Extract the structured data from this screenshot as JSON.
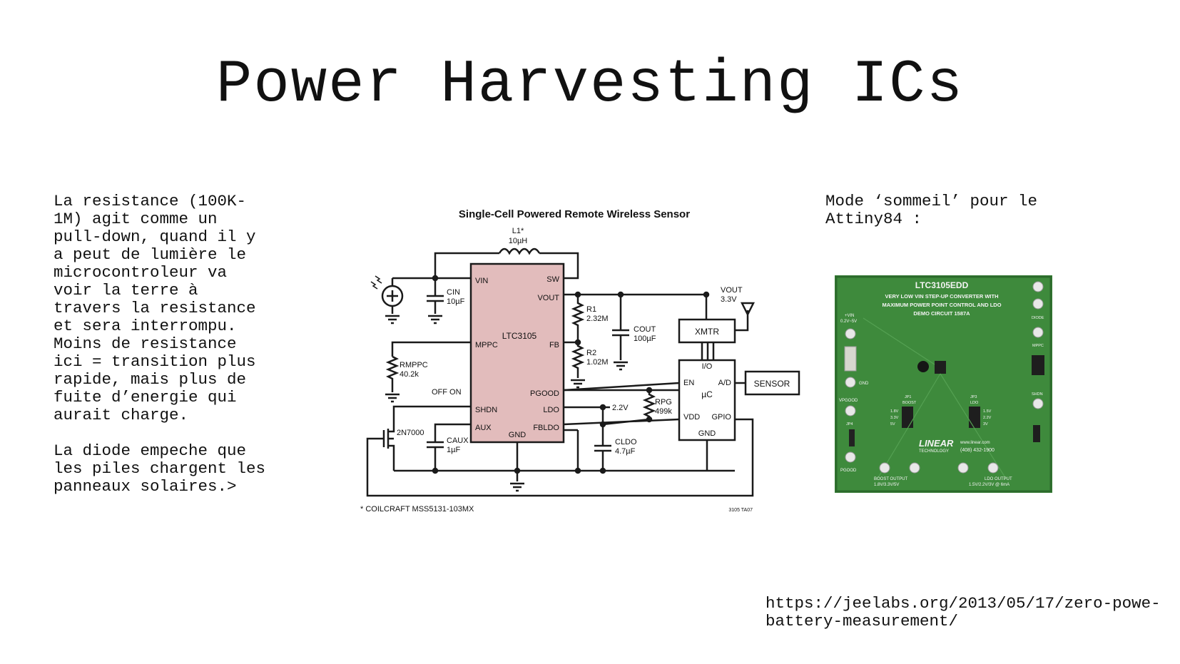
{
  "slide": {
    "title": "Power Harvesting ICs",
    "left_paragraph_1": "La resistance (100K-1M) agit comme un pull-down, quand il y a peut de lumière le microcontroleur va voir la terre à travers la resistance et sera interrompu. Moins de resistance ici = transition plus rapide, mais plus de fuite d’energie qui aurait charge.",
    "left_paragraph_2": "La diode empeche que les piles chargent les panneaux solaires.>",
    "right_text": "Mode ‘sommeil’ pour le Attiny84 :",
    "link": "https://jeelabs.org/2013/05/17/zero-powe-battery-measurement/"
  },
  "schematic": {
    "title": "Single-Cell Powered Remote Wireless Sensor",
    "inductor": "L1*",
    "inductor_value": "10µH",
    "ic_name": "LTC3105",
    "pins_left": [
      "VIN",
      "MPPC",
      "SHDN",
      "AUX"
    ],
    "pins_right": [
      "SW",
      "VOUT",
      "FB",
      "PGOOD",
      "LDO",
      "FBLDO"
    ],
    "pin_gnd": "GND",
    "cin": "CIN",
    "cin_value": "10µF",
    "r1": "R1",
    "r1_value": "2.32M",
    "r2": "R2",
    "r2_value": "1.02M",
    "cout": "COUT",
    "cout_value": "100µF",
    "vout": "VOUT",
    "vout_value": "3.3V",
    "xmtr": "XMTR",
    "rmppc": "RMPPC",
    "rmppc_value": "40.2k",
    "offon": "OFF ON",
    "mosfet": "2N7000",
    "caux": "CAUX",
    "caux_value": "1µF",
    "ldo_voltage": "2.2V",
    "rpg": "RPG",
    "rpg_value": "499k",
    "cldo": "CLDO",
    "cldo_value": "4.7µF",
    "uc": "µC",
    "uc_pins": [
      "I/O",
      "EN",
      "A/D",
      "VDD",
      "GPIO",
      "GND"
    ],
    "sensor": "SENSOR",
    "footnote": "* COILCRAFT MSS5131-103MX",
    "code": "3105 TA07"
  },
  "board": {
    "part": "LTC3105EDD",
    "line1": "VERY LOW VIN STEP-UP CONVERTER WITH",
    "line2": "MAXIMUM POWER POINT CONTROL AND LDO",
    "line3": "DEMO CIRCUIT 1587A",
    "vin": "+VIN",
    "vin_range": "0.2V~5V",
    "gnd": "GND",
    "vpgood": "VPGOOD",
    "pgood": "PGOOD",
    "jp4": "JP4",
    "jp1": "JP1",
    "boost": "BOOST",
    "boost_opts": [
      "1.8V",
      "3.3V",
      "5V"
    ],
    "jp3": "JP3",
    "ldo": "LDO",
    "ldo_opts": [
      "1.5V",
      "2.2V",
      "3V"
    ],
    "diode": "DIODE",
    "mppc": "MPPC",
    "shdn": "SHDN",
    "brand": "LINEAR",
    "brand_sub": "TECHNOLOGY",
    "url": "www.linear.com",
    "phone": "(408) 432-1900",
    "boost_output": "BOOST OUTPUT",
    "boost_output_vals": "1.8V/3.3V/5V",
    "ldo_output": "LDO OUTPUT",
    "ldo_output_vals": "1.5V/2.2V/3V @ 6mA"
  },
  "colors": {
    "ic_fill": "#e2bcbc",
    "board_green": "#3e8a3c",
    "board_dark": "#2c6a2c"
  }
}
